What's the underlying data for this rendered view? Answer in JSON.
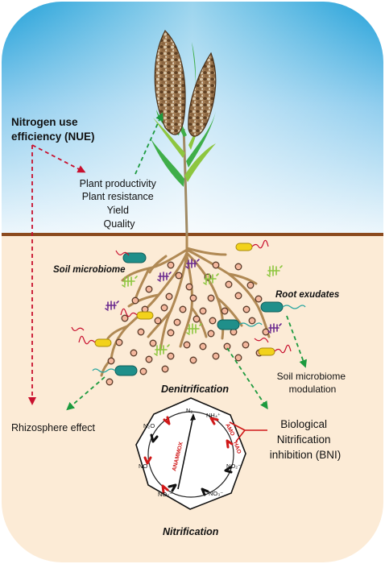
{
  "labels": {
    "nue": [
      "Nitrogen use",
      "efficiency (NUE)"
    ],
    "plant_outcomes": [
      "Plant productivity",
      "Plant resistance",
      "Yield",
      "Quality"
    ],
    "soil_microbiome": "Soil microbiome",
    "root_exudates": "Root exudates",
    "soil_modulation": [
      "Soil microbiome",
      "modulation"
    ],
    "denitrification": "Denitrification",
    "rhizosphere": "Rhizosphere effect",
    "bni": [
      "Biological",
      "Nitrification",
      "inhibition (BNI)"
    ],
    "nitrification": "Nitrification"
  },
  "cycle": {
    "n2": "N₂",
    "nh4": "NH₄⁺",
    "n2o": "N₂O",
    "no_left": "NO",
    "no2_right": "NO₂⁻",
    "no3": "NO₃⁻",
    "no2_bottom": "NO₂⁻",
    "amo": "AMO",
    "hao": "HAO",
    "anammox": "ANAMMOX"
  },
  "colors": {
    "sky_top": "#1fa3dc",
    "sky_bottom": "#e9f5fc",
    "soil": "#fcebd6",
    "ground_line": "#8b4a1e",
    "root": "#b08954",
    "arrow_red": "#c8102e",
    "arrow_green": "#1c9a3e",
    "enzyme_red": "#d01818"
  }
}
